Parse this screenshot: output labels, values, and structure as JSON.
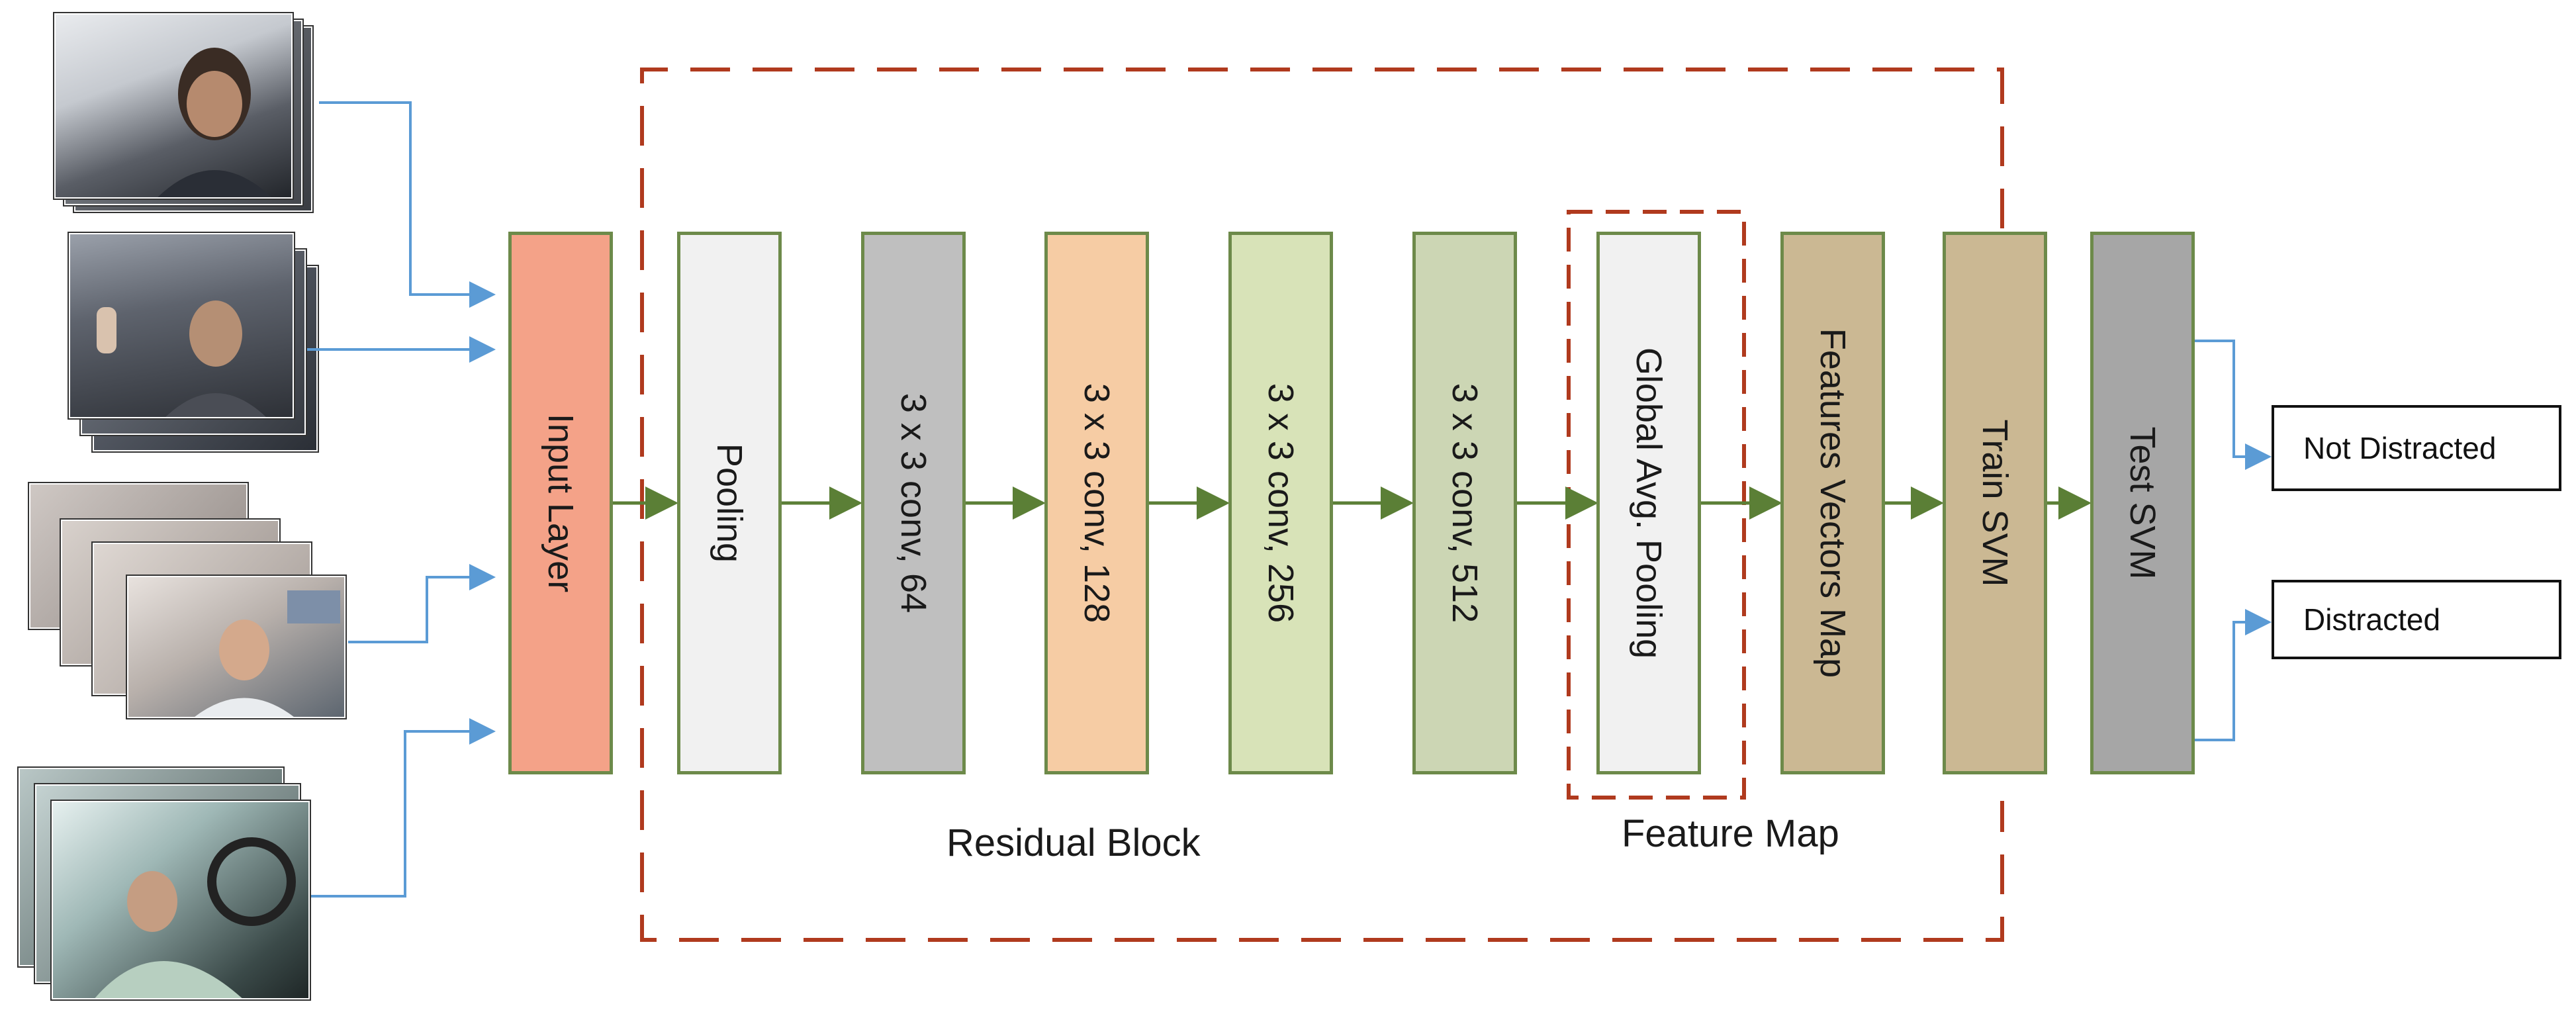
{
  "layers": [
    {
      "id": "input",
      "label": "Input Layer",
      "fill": "#f4a288"
    },
    {
      "id": "pooling",
      "label": "Pooling",
      "fill": "#f1f1f1"
    },
    {
      "id": "conv64",
      "label": "3 x 3 conv, 64",
      "fill": "#bfbfbf"
    },
    {
      "id": "conv128",
      "label": "3 x 3 conv, 128",
      "fill": "#f6cca4"
    },
    {
      "id": "conv256",
      "label": "3 x 3 conv, 256",
      "fill": "#d8e3b8"
    },
    {
      "id": "conv512",
      "label": "3 x 3 conv, 512",
      "fill": "#ccd6b4"
    },
    {
      "id": "gap",
      "label": "Global Avg. Pooling",
      "fill": "#f1f1f1"
    },
    {
      "id": "fvm",
      "label": "Features Vectors Map",
      "fill": "#cbb893"
    },
    {
      "id": "train",
      "label": "Train SVM",
      "fill": "#cbb893"
    },
    {
      "id": "test",
      "label": "Test SVM",
      "fill": "#a6a6a6"
    }
  ],
  "regions": {
    "residual_block": "Residual Block",
    "feature_map": "Feature Map"
  },
  "outputs": {
    "not_distracted": "Not Distracted",
    "distracted": "Distracted"
  },
  "colors": {
    "flow_arrow": "#5b7f36",
    "input_arrow": "#5b9bd5",
    "dashed_border": "#b03a1e"
  }
}
